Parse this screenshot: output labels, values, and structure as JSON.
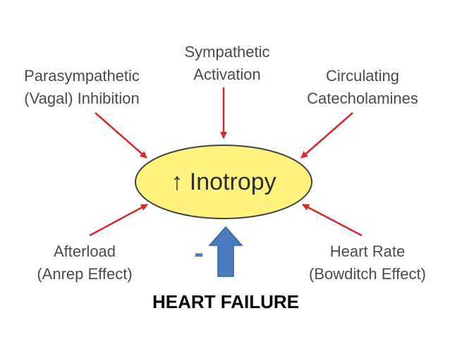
{
  "factors": {
    "sympathetic": {
      "line1": "Sympathetic",
      "line2": "Activation"
    },
    "parasympathetic": {
      "line1": "Parasympathetic",
      "line2": "(Vagal) Inhibition"
    },
    "catecholamines": {
      "line1": "Circulating",
      "line2": "Catecholamines"
    },
    "afterload": {
      "line1": "Afterload",
      "line2": "(Anrep Effect)"
    },
    "heart_rate": {
      "line1": "Heart Rate",
      "line2": "(Bowditch Effect)"
    }
  },
  "center": {
    "label": "↑ Inotropy"
  },
  "heart_failure": {
    "sign": "-",
    "label": "HEART FAILURE"
  },
  "colors": {
    "ellipse_fill": "#fff27e",
    "ellipse_stroke": "#444444",
    "factor_arrow": "#d42a2a",
    "hf_arrow": "#4a7cc0",
    "factor_text": "#4a4a4a"
  }
}
